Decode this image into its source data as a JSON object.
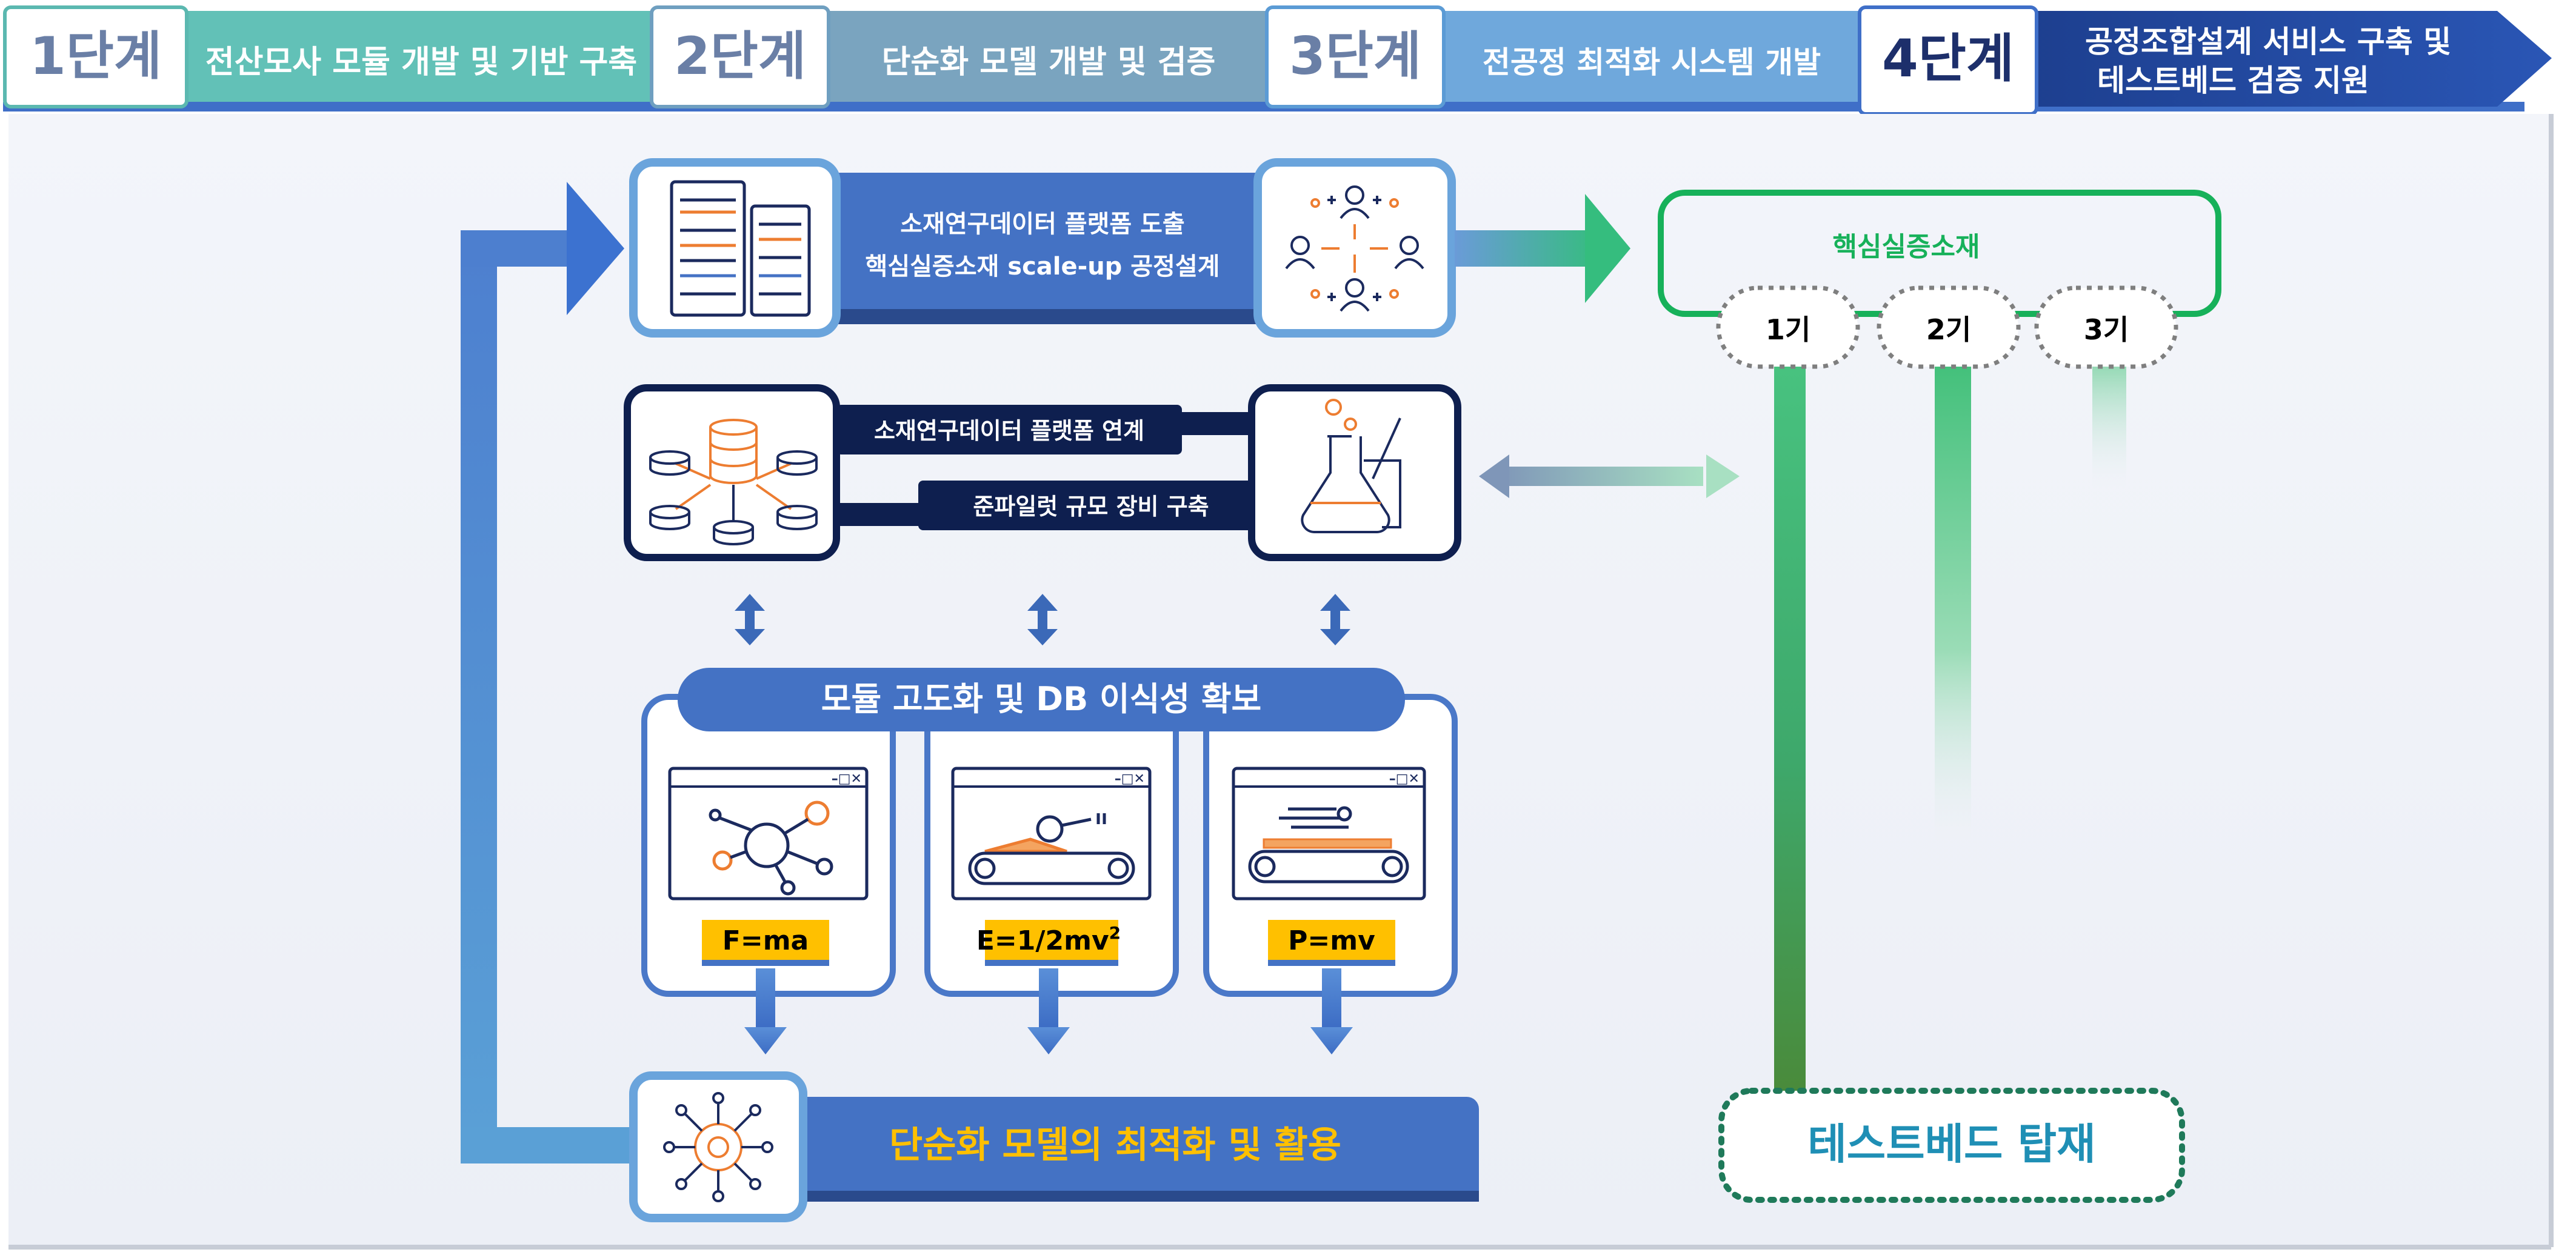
{
  "stages": [
    {
      "num": "1단계",
      "desc": "전산모사 모듈 개발 및 기반 구축"
    },
    {
      "num": "2단계",
      "desc": "단순화 모델 개발 및 검증"
    },
    {
      "num": "3단계",
      "desc": "전공정 최적화 시스템 개발"
    },
    {
      "num": "4단계",
      "desc_line1": "공정조합설계 서비스 구축 및",
      "desc_line2": "테스트베드 검증 지원"
    }
  ],
  "top_box": {
    "line1": "소재연구데이터 플랫폼 도출",
    "line2": "핵심실증소재 scale-up 공정설계"
  },
  "mid_box": {
    "label1": "소재연구데이터 플랫폼 연계",
    "label2": "준파일럿 규모 장비 구축"
  },
  "module_header": "모듈 고도화 및 DB 이식성 확보",
  "formulas": {
    "f1": "F=ma",
    "f2_main": "E=1/2mv",
    "f2_sup": "2",
    "f3": "P=mv"
  },
  "bottom_bar": "단순화 모델의 최적화 및 활용",
  "right_panel": {
    "title": "핵심실증소재",
    "phases": [
      "1기",
      "2기",
      "3기"
    ],
    "testbed": "테스트베드 탑재"
  },
  "colors": {
    "navy": "#0e1f4f",
    "blue": "#4374c6",
    "teal": "#6ec5bb",
    "green": "#17b15a",
    "yellow": "#ffc000",
    "orange": "#ed7d31",
    "dark_green": "#1f7a5a"
  }
}
